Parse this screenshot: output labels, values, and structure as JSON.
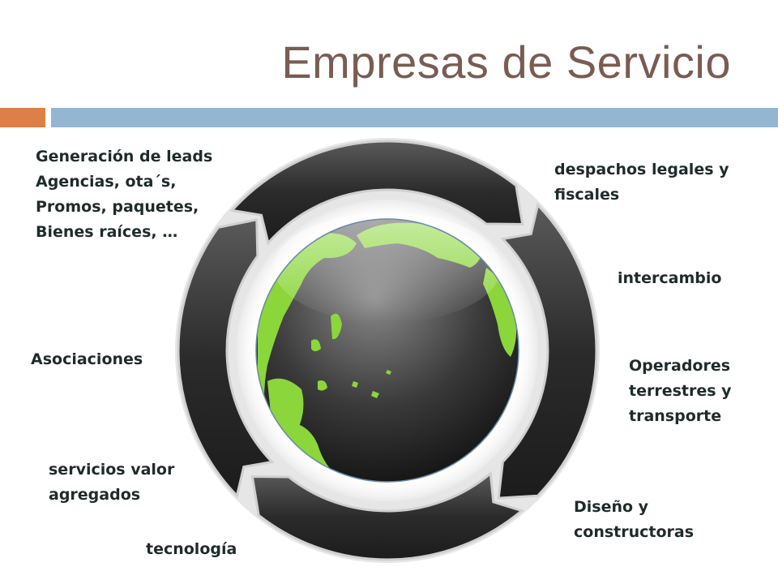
{
  "title": "Empresas de Servicio",
  "labels": {
    "leads": [
      "Generación de leads",
      "Agencias, ota´s,",
      "Promos, paquetes,",
      "Bienes raíces, …"
    ],
    "legal": [
      "despachos legales y",
      "fiscales"
    ],
    "intercambio": "intercambio",
    "operadores": [
      "Operadores",
      "terrestres y",
      "transporte"
    ],
    "asociaciones": "Asociaciones",
    "valor": [
      "servicios valor",
      "agregados"
    ],
    "diseno": [
      "Diseño y",
      "constructoras"
    ],
    "tecnologia": "tecnología"
  },
  "colors": {
    "accent_bar": "#dd8047",
    "main_bar": "#94b6d2",
    "title": "#7a5c52",
    "cycle_segment": "#2e2e2e",
    "globe_land": "#8bd63a"
  }
}
